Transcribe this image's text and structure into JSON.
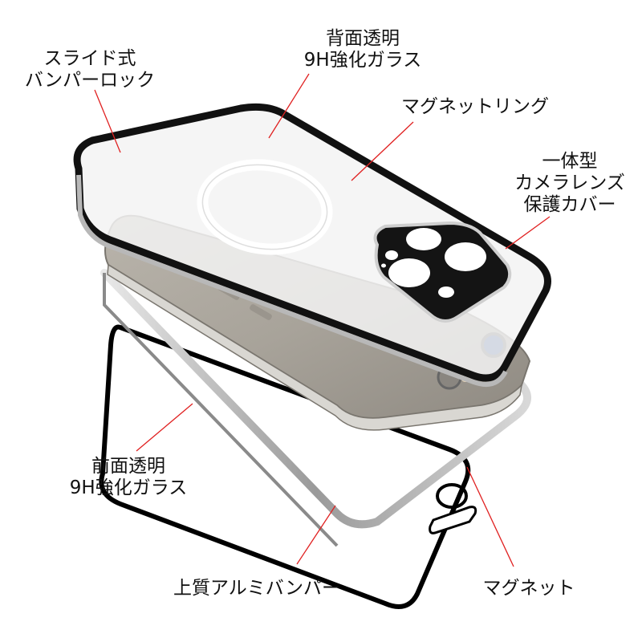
{
  "diagram": {
    "type": "exploded-product-view",
    "subject": "smartphone bumper case with front and back glass",
    "leader_color": "#e02020",
    "labels": [
      {
        "id": "slide-lock",
        "lines": [
          "スライド式",
          "バンパーロック"
        ]
      },
      {
        "id": "back-glass",
        "lines": [
          "背面透明",
          "9H強化ガラス"
        ]
      },
      {
        "id": "magnet-ring",
        "lines": [
          "マグネットリング"
        ]
      },
      {
        "id": "camera-cover",
        "lines": [
          "一体型",
          "カメラレンズ",
          "保護カバー"
        ]
      },
      {
        "id": "front-glass",
        "lines": [
          "前面透明",
          "9H強化ガラス"
        ]
      },
      {
        "id": "aluminum-bumper",
        "lines": [
          "上質アルミバンパー"
        ]
      },
      {
        "id": "magnet",
        "lines": [
          "マグネット"
        ]
      }
    ]
  }
}
